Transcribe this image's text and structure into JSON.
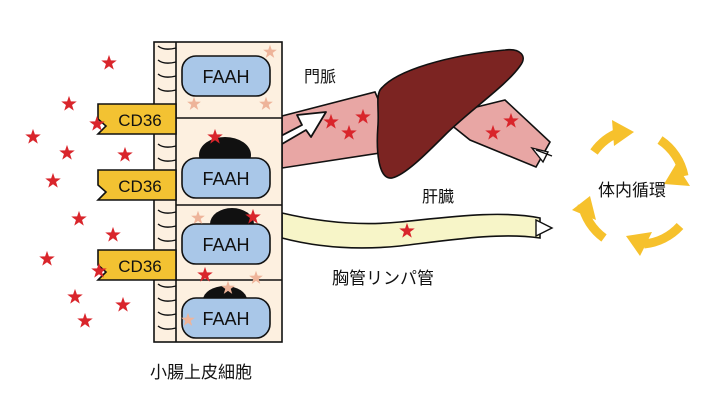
{
  "labels": {
    "portal_vein": "門脈",
    "liver": "肝臓",
    "thoracic_duct": "胸管リンパ管",
    "circulation": "体内循環",
    "epithelium": "小腸上皮細胞"
  },
  "transporter": "CD36",
  "enzyme": "FAAH",
  "colors": {
    "star": "#d9252b",
    "star_faded": "#eeb49a",
    "cd36_fill": "#f3c232",
    "faah_fill": "#a9c7e8",
    "cell_fill": "#fdf0e0",
    "liver_fill": "#7c2422",
    "portal_fill": "#e8a6a4",
    "lymph_fill": "#f7f5c8",
    "cycle_arrow": "#f6c12c"
  },
  "icons": [
    "star-icon",
    "liver-icon",
    "cycle-arrows-icon",
    "arrow-right-icon"
  ]
}
